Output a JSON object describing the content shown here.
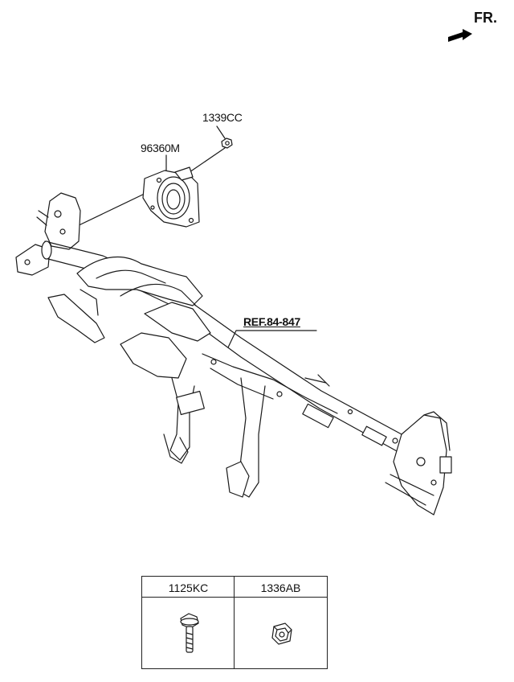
{
  "direction_indicator": {
    "label": "FR."
  },
  "callouts": {
    "nut": "1339CC",
    "speaker_bracket": "96360M",
    "reference": "REF.84-847"
  },
  "parts_table": {
    "columns": [
      {
        "part_no": "1125KC",
        "icon": "bolt-icon"
      },
      {
        "part_no": "1336AB",
        "icon": "clip-nut-icon"
      }
    ]
  }
}
